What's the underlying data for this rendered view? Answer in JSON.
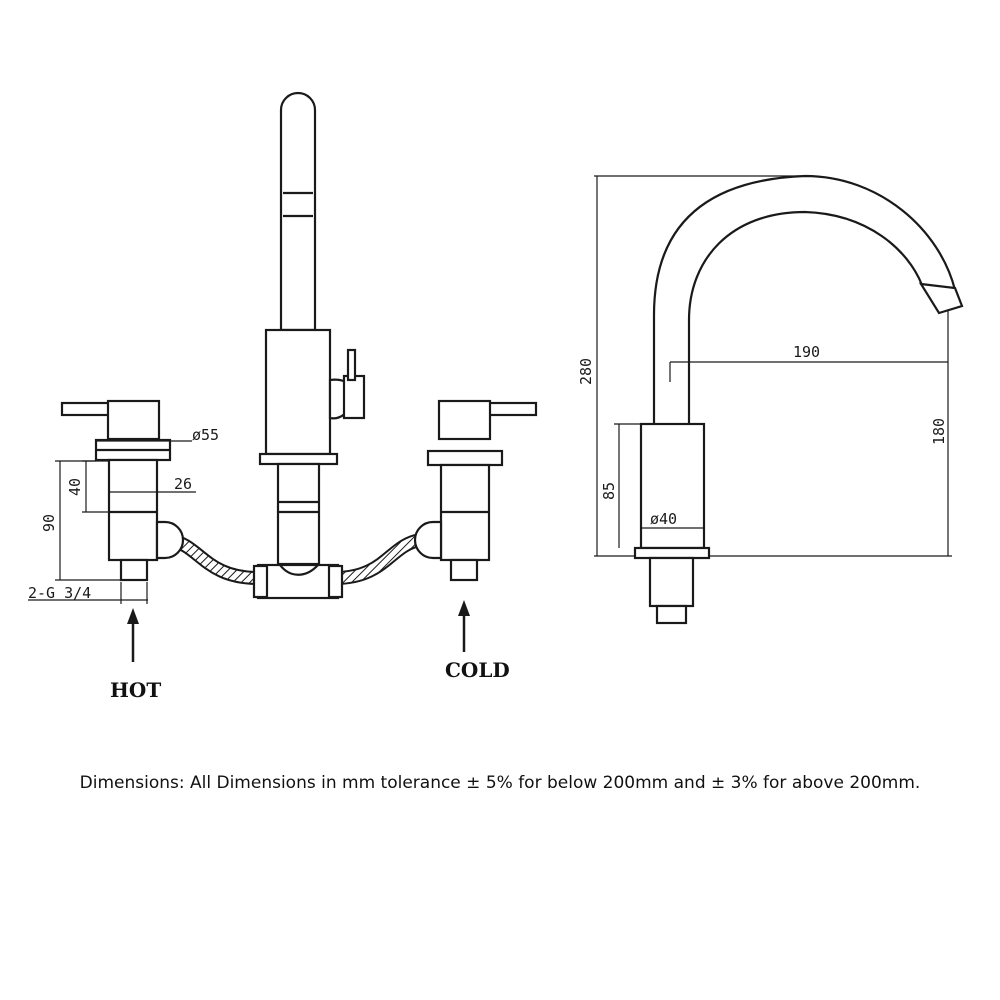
{
  "dimensions": {
    "d55": "ø55",
    "d26": "26",
    "d40h": "40",
    "d90": "90",
    "thread": "2-G 3/4",
    "h280": "280",
    "w190": "190",
    "h180": "180",
    "h85": "85",
    "d40": "ø40"
  },
  "labels": {
    "hot": "HOT",
    "cold": "COLD"
  },
  "note": "Dimensions: All Dimensions in mm tolerance ± 5% for below 200mm and ± 3% for above 200mm."
}
